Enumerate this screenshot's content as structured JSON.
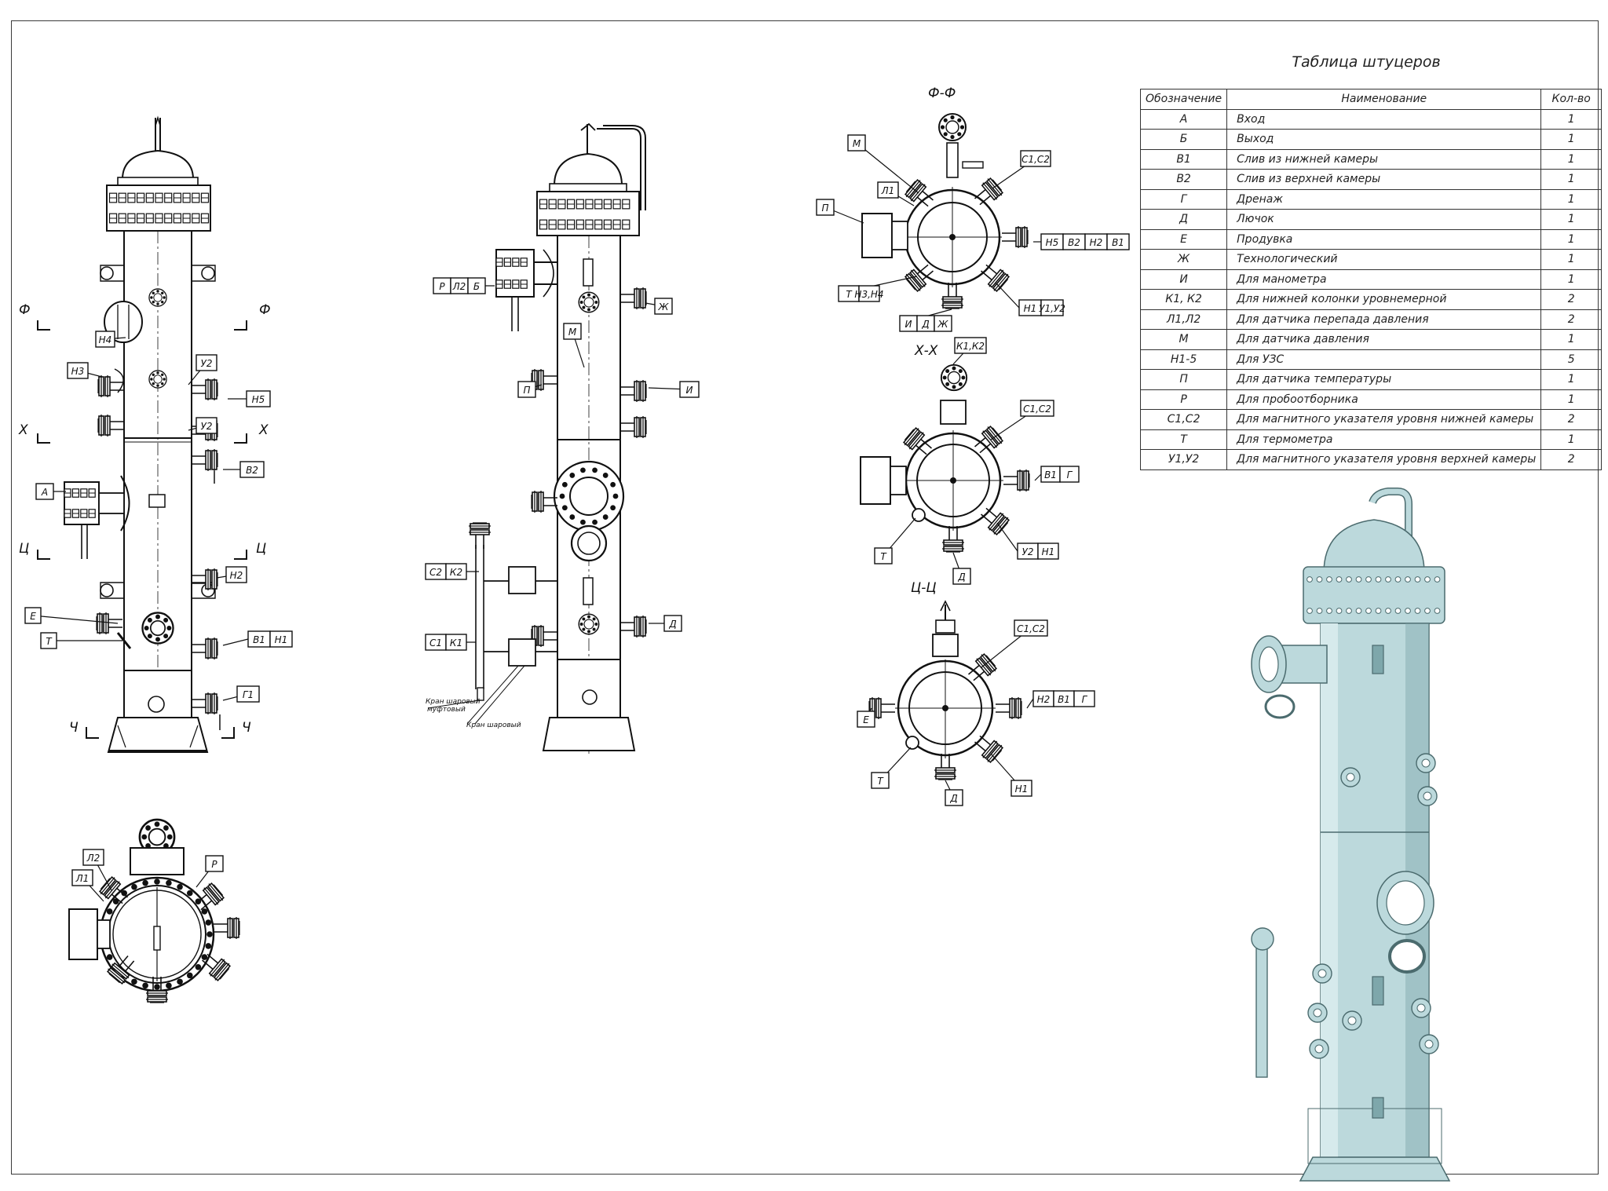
{
  "table": {
    "title": "Таблица штуцеров",
    "headers": [
      "Обозначение",
      "Наименование",
      "Кол-во"
    ],
    "rows": [
      [
        "А",
        "Вход",
        "1"
      ],
      [
        "Б",
        "Выход",
        "1"
      ],
      [
        "В1",
        "Слив из нижней камеры",
        "1"
      ],
      [
        "В2",
        "Слив из верхней камеры",
        "1"
      ],
      [
        "Г",
        "Дренаж",
        "1"
      ],
      [
        "Д",
        "Лючок",
        "1"
      ],
      [
        "Е",
        "Продувка",
        "1"
      ],
      [
        "Ж",
        "Технологический",
        "1"
      ],
      [
        "И",
        "Для манометра",
        "1"
      ],
      [
        "К1, К2",
        "Для нижней колонки уровнемерной",
        "2"
      ],
      [
        "Л1,Л2",
        "Для датчика перепада давления",
        "2"
      ],
      [
        "М",
        "Для датчика давления",
        "1"
      ],
      [
        "Н1-5",
        "Для УЗС",
        "5"
      ],
      [
        "П",
        "Для датчика температуры",
        "1"
      ],
      [
        "Р",
        "Для пробоотборника",
        "1"
      ],
      [
        "С1,С2",
        "Для магнитного указателя уровня нижней камеры",
        "2"
      ],
      [
        "Т",
        "Для термометра",
        "1"
      ],
      [
        "У1,У2",
        "Для магнитного указателя уровня верхней камеры",
        "2"
      ]
    ]
  },
  "sections": {
    "ff": "Ф-Ф",
    "xx": "Х-Х",
    "cc": "Ц-Ц"
  },
  "cut_marks": {
    "f": "Ф",
    "x": "Х",
    "c": "Ц",
    "ch": "Ч"
  },
  "front_view_tags": {
    "n4": "Н4",
    "n3": "Н3",
    "u2a": "У2",
    "n5": "Н5",
    "u2b": "У2",
    "v2": "В2",
    "a": "А",
    "n2": "Н2",
    "e": "Е",
    "t": "Т",
    "v1": "В1",
    "n1": "Н1",
    "g1": "Г1"
  },
  "side_view_tags": {
    "r": "Р",
    "l2": "Л2",
    "b": "Б",
    "zh": "Ж",
    "m": "М",
    "p": "П",
    "i": "И",
    "c2": "С2",
    "k2": "К2",
    "c1": "С1",
    "k1": "К1",
    "d": "Д",
    "valve1a": "Кран шаровый",
    "valve1b": "муфтовый",
    "valve2": "Кран шаровый"
  },
  "top_view_tags": {
    "l2": "Л2",
    "l1": "Л1",
    "r": "Р"
  },
  "ff_tags": {
    "m": "М",
    "l1": "Л1",
    "p": "П",
    "c1c2": "С1,С2",
    "n5": "Н5",
    "v2": "В2",
    "n2": "Н2",
    "v1": "В1",
    "t": "Т",
    "n3n4": "Н3,Н4",
    "n1": "Н1",
    "u1u2": "У1,У2",
    "i": "И",
    "d": "Д",
    "zh": "Ж"
  },
  "xx_tags": {
    "k1k2": "К1,К2",
    "c1c2": "С1,С2",
    "v1": "В1",
    "g": "Г",
    "t": "Т",
    "u2": "У2",
    "n1": "Н1",
    "d": "Д"
  },
  "cc_tags": {
    "c1c2": "С1,С2",
    "n2": "Н2",
    "v1": "В1",
    "g": "Г",
    "e": "Е",
    "t": "Т",
    "d": "Д",
    "n1": "Н1"
  },
  "colors": {
    "line": "#111111",
    "vessel_3d": "#bcd9dc",
    "vessel_3d_dark": "#7ea7ab",
    "frame": "#3a3a3a"
  }
}
